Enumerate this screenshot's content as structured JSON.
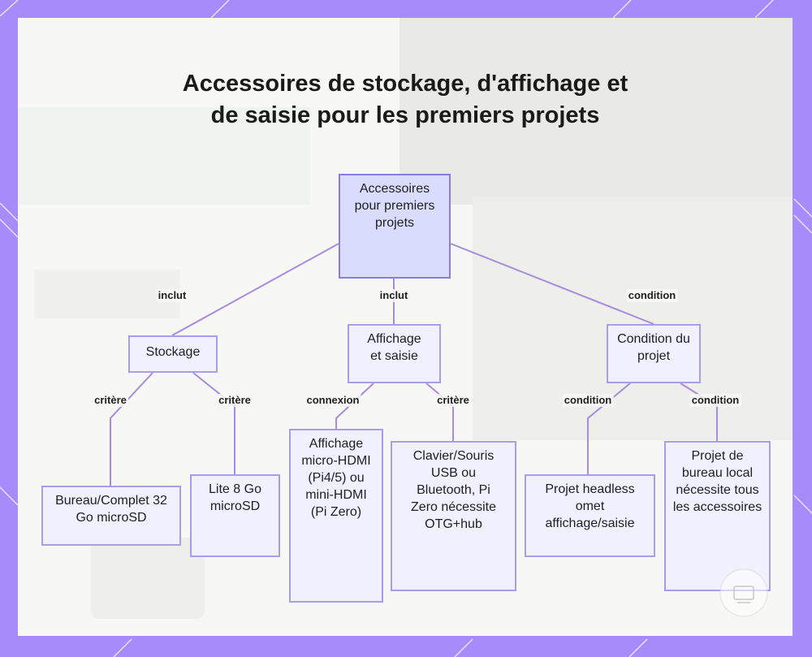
{
  "title": "Accessoires de stockage, d'affichage et de saisie pour les premiers projets",
  "colors": {
    "frame": "#a78bfa",
    "card": "#f7f7f6",
    "node_fill": "#f0f0fe",
    "node_border": "#a99ce8",
    "root_fill": "#d9dcfd",
    "edge": "#a78bdf"
  },
  "nodes": {
    "root": "Accessoires pour premiers projets",
    "storage": "Stockage",
    "display": "Affichage et saisie",
    "condition": "Condition du projet",
    "desktop": "Bureau/Complet 32 Go microSD",
    "lite": "Lite 8 Go microSD",
    "micro_hdmi": "Affichage micro-HDMI (Pi4/5) ou mini-HDMI (Pi Zero)",
    "keyboard": "Clavier/Souris USB ou Bluetooth, Pi Zero nécessite OTG+hub",
    "headless": "Projet headless omet affichage/saisie",
    "desktop_project": "Projet de bureau local nécessite tous les accessoires"
  },
  "edge_labels": {
    "root_storage": "inclut",
    "root_display": "inclut",
    "root_condition": "condition",
    "storage_desktop": "critère",
    "storage_lite": "critère",
    "display_hdmi": "connexion",
    "display_keyboard": "critère",
    "condition_headless": "condition",
    "condition_desktop": "condition"
  },
  "icons": {
    "corner_decoration": "diagonal-line-pattern",
    "badge": "raspberry-pi-badge-icon"
  }
}
